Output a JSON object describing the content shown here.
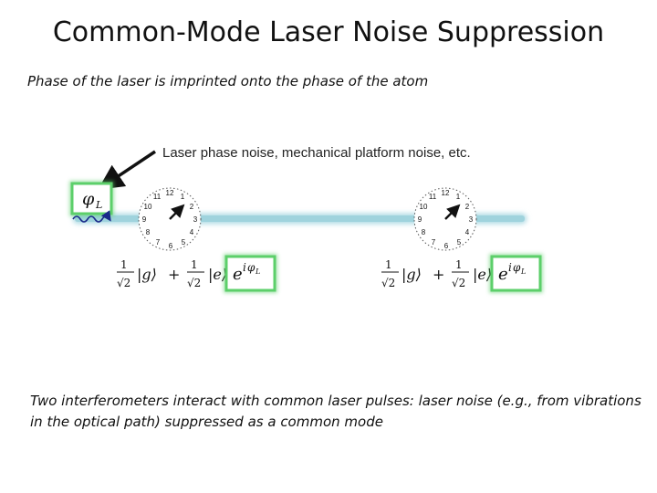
{
  "title": "Common-Mode Laser Noise Suppression",
  "subtitle": "Phase of the laser is imprinted onto the phase of the atom",
  "noise_label": "Laser phase noise, mechanical platform noise, etc.",
  "phase_symbol": "φ",
  "phase_subscript": "L",
  "clock_numbers": [
    "12",
    "1",
    "2",
    "3",
    "4",
    "5",
    "6",
    "7",
    "8",
    "9",
    "10",
    "11"
  ],
  "state": {
    "frac_num": "1",
    "frac_den": "√2",
    "ket_g": "|g⟩",
    "plus": "+",
    "ket_e_open": "|e⟩",
    "exp_base": "e",
    "exp_i": "i",
    "exp_phi": "φ",
    "exp_sub": "L"
  },
  "footer": "Two interferometers interact with common laser pulses: laser noise (e.g., from vibrations in the optical path) suppressed as a common mode",
  "colors": {
    "beam": "#9fd3dd",
    "highlight_box": "#5ccf6a",
    "arrow": "#111111",
    "wave": "#1a2a8a"
  }
}
